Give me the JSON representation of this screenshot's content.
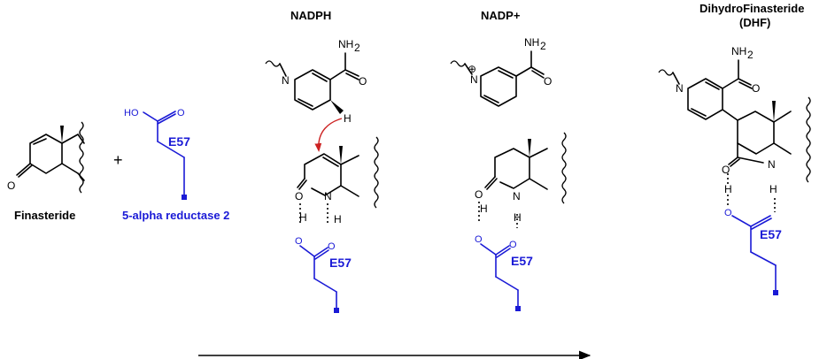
{
  "labels": {
    "nadph": "NADPH",
    "nadp_plus": "NADP+",
    "dhf_line1": "DihydroFinasteride",
    "dhf_line2": "(DHF)",
    "finasteride": "Finasteride",
    "enzyme": "5-alpha reductase 2",
    "plus_sign": "+",
    "e57": "E57"
  },
  "atoms": {
    "O": "O",
    "N": "N",
    "H": "H",
    "HO": "HO",
    "NH2_N": "NH",
    "NH2_sub": "2",
    "charge": "⊕"
  },
  "colors": {
    "enzyme": "#1a1ad6",
    "arrow": "#cc2222",
    "bonds": "#000000"
  }
}
